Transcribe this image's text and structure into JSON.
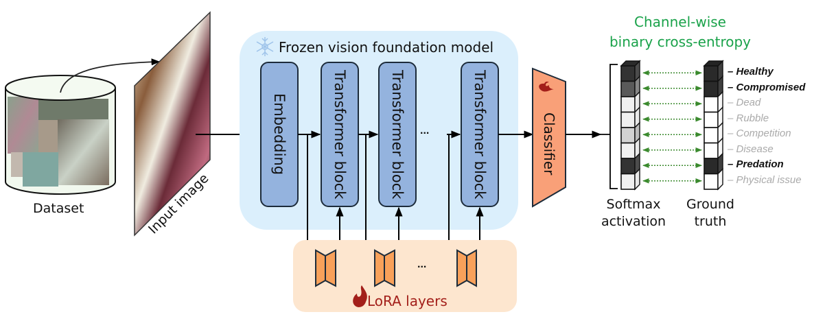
{
  "dataset": {
    "label": "Dataset"
  },
  "input_image": {
    "label": "Input image"
  },
  "frozen_model": {
    "title": "Frozen vision foundation model",
    "icon": "snowflake-icon",
    "blocks": [
      {
        "label": "Embedding"
      },
      {
        "label": "Transformer block"
      },
      {
        "label": "Transformer block"
      },
      {
        "label": "Transformer block"
      }
    ],
    "ellipsis": "..."
  },
  "classifier": {
    "label": "Classifier",
    "icon": "flame-icon"
  },
  "lora": {
    "title": "LoRA layers",
    "icon": "flame-icon",
    "ellipsis": "..."
  },
  "loss": {
    "title_line1": "Channel-wise",
    "title_line2": "binary cross-entropy"
  },
  "softmax": {
    "caption_line1": "Softmax",
    "caption_line2": "activation"
  },
  "ground_truth": {
    "caption_line1": "Ground",
    "caption_line2": "truth"
  },
  "classes": [
    {
      "name": "Healthy",
      "active": true,
      "softmax_shade": "#333333",
      "gt_shade": "#2a2a2a"
    },
    {
      "name": "Compromised",
      "active": true,
      "softmax_shade": "#5a5a5a",
      "gt_shade": "#2a2a2a"
    },
    {
      "name": "Dead",
      "active": false,
      "softmax_shade": "#f0f0f0",
      "gt_shade": "#ffffff"
    },
    {
      "name": "Rubble",
      "active": false,
      "softmax_shade": "#f0f0f0",
      "gt_shade": "#ffffff"
    },
    {
      "name": "Competition",
      "active": false,
      "softmax_shade": "#d2d2d2",
      "gt_shade": "#ffffff"
    },
    {
      "name": "Disease",
      "active": false,
      "softmax_shade": "#f0f0f0",
      "gt_shade": "#ffffff"
    },
    {
      "name": "Predation",
      "active": true,
      "softmax_shade": "#333333",
      "gt_shade": "#2a2a2a"
    },
    {
      "name": "Physical issue",
      "active": false,
      "softmax_shade": "#f0f0f0",
      "gt_shade": "#ffffff"
    }
  ],
  "colors": {
    "frozen_bg": "#dbeffc",
    "block_fill": "#94b3de",
    "block_stroke": "#1c2b3a",
    "lora_bg": "#fde6cf",
    "lora_fill": "#f9a15a",
    "classifier_fill": "#f9a078",
    "flame": "#a31f1a",
    "loss_green": "#1aa24a",
    "dotted_green": "#3b8a2e"
  }
}
